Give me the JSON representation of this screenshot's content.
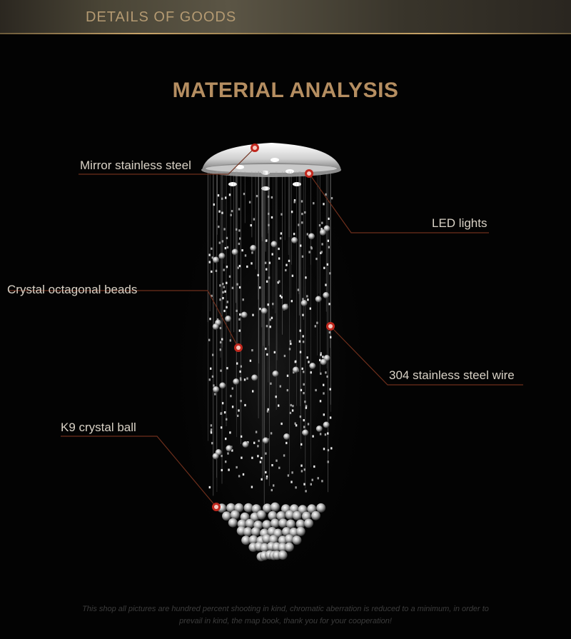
{
  "header": {
    "title": "DETAILS OF GOODS"
  },
  "main": {
    "title": "MATERIAL ANALYSIS"
  },
  "callouts": [
    {
      "label": "Mirror stainless steel"
    },
    {
      "label": "LED lights"
    },
    {
      "label": "Crystal octagonal beads"
    },
    {
      "label": "304 stainless steel wire"
    },
    {
      "label": "K9 crystal ball"
    }
  ],
  "footer": {
    "line1": "This shop all pictures are hundred percent shooting in kind, chromatic aberration is reduced to a minimum, in order to",
    "line2": "prevail in kind, the map book, thank you for your cooperation!"
  },
  "colors": {
    "accent_gold": "#b58e61",
    "header_text": "#b49a72",
    "callout_line": "#6e2f1c",
    "marker_red": "#c0281e"
  }
}
